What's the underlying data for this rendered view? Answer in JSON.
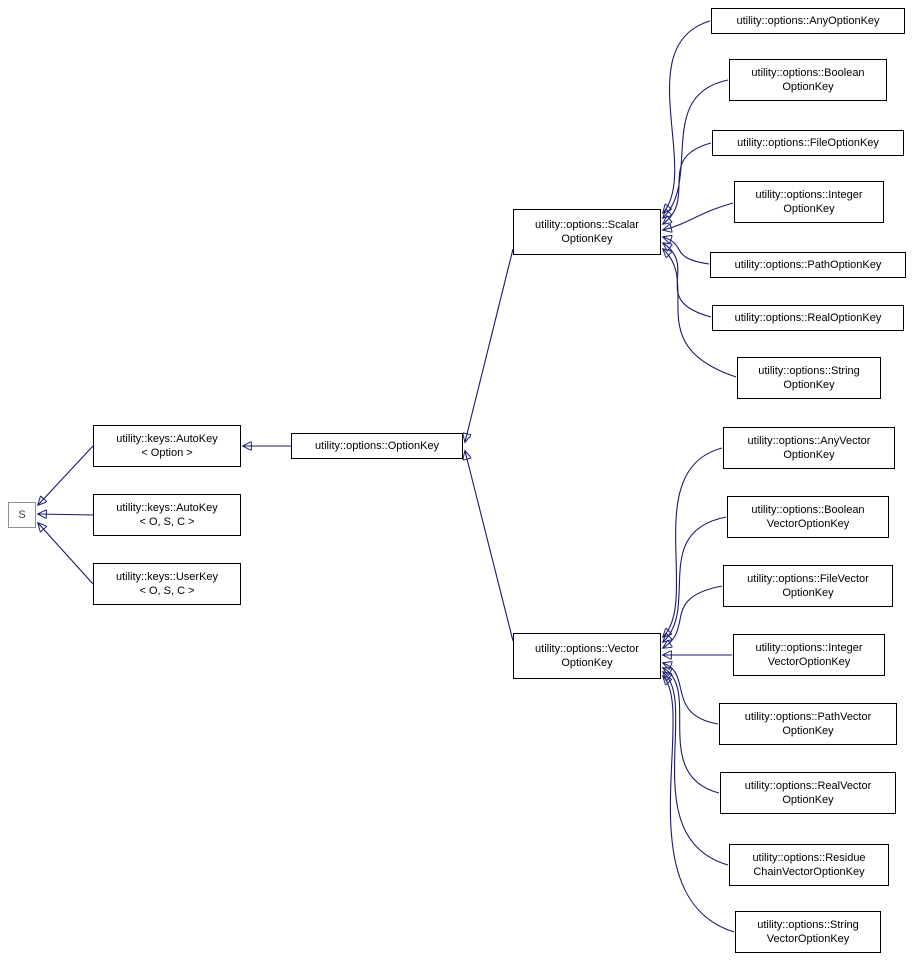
{
  "diagram": {
    "type": "inheritance-graph",
    "colors": {
      "edge": "#191970",
      "node_border": "#000000",
      "node_background": "#ffffff",
      "unlinked_node_border": "#919191",
      "text": "#000000"
    },
    "nodes": {
      "s": {
        "lines": [
          "S"
        ]
      },
      "autokey_option": {
        "lines": [
          "utility::keys::AutoKey",
          "< Option >"
        ]
      },
      "autokey_osc": {
        "lines": [
          "utility::keys::AutoKey",
          "< O, S, C >"
        ]
      },
      "userkey_osc": {
        "lines": [
          "utility::keys::UserKey",
          "< O, S, C >"
        ]
      },
      "optionkey": {
        "lines": [
          "utility::options::OptionKey"
        ]
      },
      "scalar_optionkey": {
        "lines": [
          "utility::options::Scalar",
          "OptionKey"
        ]
      },
      "vector_optionkey": {
        "lines": [
          "utility::options::Vector",
          "OptionKey"
        ]
      },
      "any_optionkey": {
        "lines": [
          "utility::options::AnyOptionKey"
        ]
      },
      "boolean_optionkey": {
        "lines": [
          "utility::options::Boolean",
          "OptionKey"
        ]
      },
      "file_optionkey": {
        "lines": [
          "utility::options::FileOptionKey"
        ]
      },
      "integer_optionkey": {
        "lines": [
          "utility::options::Integer",
          "OptionKey"
        ]
      },
      "path_optionkey": {
        "lines": [
          "utility::options::PathOptionKey"
        ]
      },
      "real_optionkey": {
        "lines": [
          "utility::options::RealOptionKey"
        ]
      },
      "string_optionkey": {
        "lines": [
          "utility::options::String",
          "OptionKey"
        ]
      },
      "anyvector_optionkey": {
        "lines": [
          "utility::options::AnyVector",
          "OptionKey"
        ]
      },
      "booleanvector_optionkey": {
        "lines": [
          "utility::options::Boolean",
          "VectorOptionKey"
        ]
      },
      "filevector_optionkey": {
        "lines": [
          "utility::options::FileVector",
          "OptionKey"
        ]
      },
      "integervector_optionkey": {
        "lines": [
          "utility::options::Integer",
          "VectorOptionKey"
        ]
      },
      "pathvector_optionkey": {
        "lines": [
          "utility::options::PathVector",
          "OptionKey"
        ]
      },
      "realvector_optionkey": {
        "lines": [
          "utility::options::RealVector",
          "OptionKey"
        ]
      },
      "residuechainvector_optionkey": {
        "lines": [
          "utility::options::Residue",
          "ChainVectorOptionKey"
        ]
      },
      "stringvector_optionkey": {
        "lines": [
          "utility::options::String",
          "VectorOptionKey"
        ]
      }
    },
    "edges": [
      {
        "from": "autokey_option",
        "to": "s"
      },
      {
        "from": "autokey_osc",
        "to": "s"
      },
      {
        "from": "userkey_osc",
        "to": "s"
      },
      {
        "from": "optionkey",
        "to": "autokey_option"
      },
      {
        "from": "scalar_optionkey",
        "to": "optionkey"
      },
      {
        "from": "vector_optionkey",
        "to": "optionkey"
      },
      {
        "from": "any_optionkey",
        "to": "scalar_optionkey"
      },
      {
        "from": "boolean_optionkey",
        "to": "scalar_optionkey"
      },
      {
        "from": "file_optionkey",
        "to": "scalar_optionkey"
      },
      {
        "from": "integer_optionkey",
        "to": "scalar_optionkey"
      },
      {
        "from": "path_optionkey",
        "to": "scalar_optionkey"
      },
      {
        "from": "real_optionkey",
        "to": "scalar_optionkey"
      },
      {
        "from": "string_optionkey",
        "to": "scalar_optionkey"
      },
      {
        "from": "anyvector_optionkey",
        "to": "vector_optionkey"
      },
      {
        "from": "booleanvector_optionkey",
        "to": "vector_optionkey"
      },
      {
        "from": "filevector_optionkey",
        "to": "vector_optionkey"
      },
      {
        "from": "integervector_optionkey",
        "to": "vector_optionkey"
      },
      {
        "from": "pathvector_optionkey",
        "to": "vector_optionkey"
      },
      {
        "from": "realvector_optionkey",
        "to": "vector_optionkey"
      },
      {
        "from": "residuechainvector_optionkey",
        "to": "vector_optionkey"
      }
    ]
  }
}
